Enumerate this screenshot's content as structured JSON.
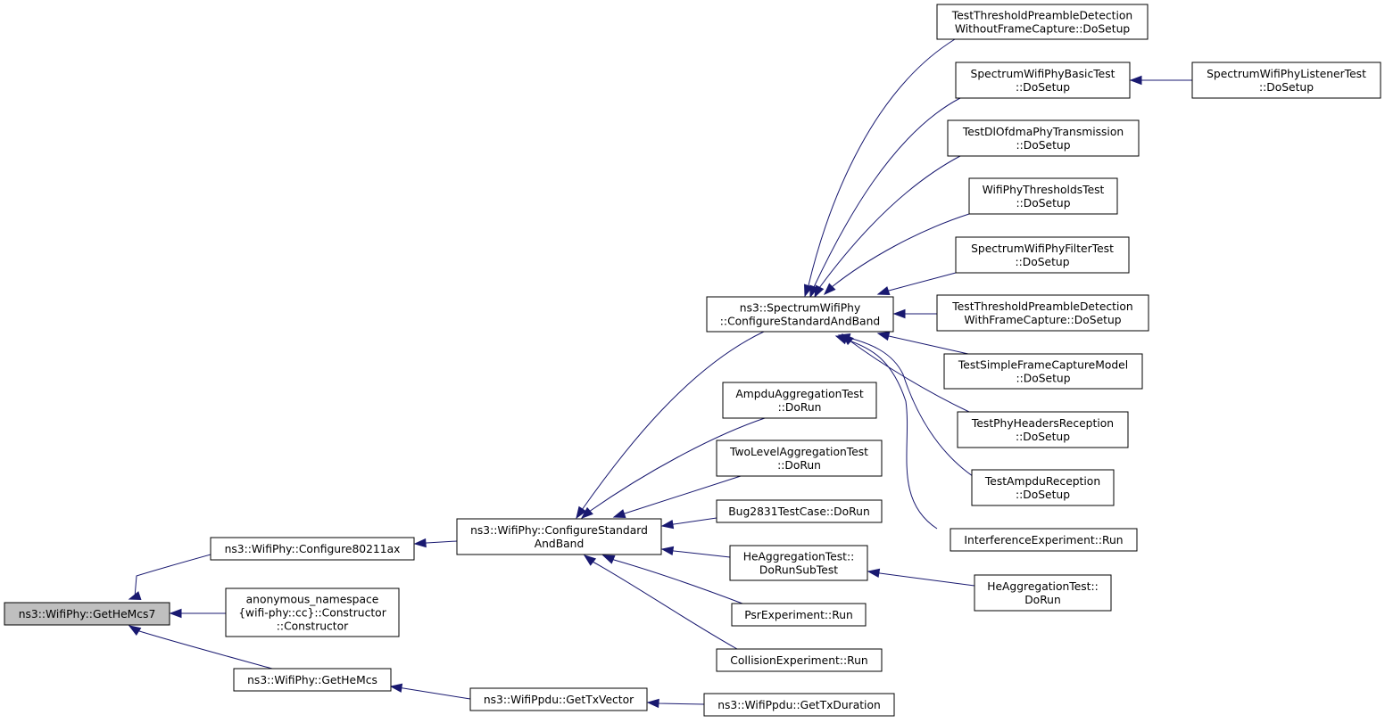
{
  "graph": {
    "edge_color": "#191970",
    "root_fill": "#bfbfbf",
    "nodes": [
      {
        "id": "n0",
        "lines": [
          "ns3::WifiPhy::GetHeMcs7"
        ],
        "root": true
      },
      {
        "id": "n1",
        "lines": [
          "ns3::WifiPhy::Configure80211ax"
        ]
      },
      {
        "id": "n2",
        "lines": [
          "anonymous_namespace",
          "{wifi-phy::cc}::Constructor",
          "::Constructor"
        ]
      },
      {
        "id": "n3",
        "lines": [
          "ns3::WifiPhy::GetHeMcs"
        ]
      },
      {
        "id": "n4",
        "lines": [
          "ns3::WifiPhy::ConfigureStandard",
          "AndBand"
        ]
      },
      {
        "id": "n5",
        "lines": [
          "ns3::WifiPpdu::GetTxVector"
        ]
      },
      {
        "id": "n6",
        "lines": [
          "ns3::SpectrumWifiPhy",
          "::ConfigureStandardAndBand"
        ]
      },
      {
        "id": "n7",
        "lines": [
          "AmpduAggregationTest",
          "::DoRun"
        ]
      },
      {
        "id": "n8",
        "lines": [
          "TwoLevelAggregationTest",
          "::DoRun"
        ]
      },
      {
        "id": "n9",
        "lines": [
          "Bug2831TestCase::DoRun"
        ]
      },
      {
        "id": "n10",
        "lines": [
          "HeAggregationTest::",
          "DoRunSubTest"
        ]
      },
      {
        "id": "n11",
        "lines": [
          "PsrExperiment::Run"
        ]
      },
      {
        "id": "n12",
        "lines": [
          "CollisionExperiment::Run"
        ]
      },
      {
        "id": "n13",
        "lines": [
          "ns3::WifiPpdu::GetTxDuration"
        ]
      },
      {
        "id": "n14",
        "lines": [
          "TestThresholdPreambleDetection",
          "WithoutFrameCapture::DoSetup"
        ]
      },
      {
        "id": "n15",
        "lines": [
          "SpectrumWifiPhyBasicTest",
          "::DoSetup"
        ]
      },
      {
        "id": "n16",
        "lines": [
          "TestDlOfdmaPhyTransmission",
          "::DoSetup"
        ]
      },
      {
        "id": "n17",
        "lines": [
          "WifiPhyThresholdsTest",
          "::DoSetup"
        ]
      },
      {
        "id": "n18",
        "lines": [
          "SpectrumWifiPhyFilterTest",
          "::DoSetup"
        ]
      },
      {
        "id": "n19",
        "lines": [
          "TestThresholdPreambleDetection",
          "WithFrameCapture::DoSetup"
        ]
      },
      {
        "id": "n20",
        "lines": [
          "TestSimpleFrameCaptureModel",
          "::DoSetup"
        ]
      },
      {
        "id": "n21",
        "lines": [
          "TestPhyHeadersReception",
          "::DoSetup"
        ]
      },
      {
        "id": "n22",
        "lines": [
          "TestAmpduReception",
          "::DoSetup"
        ]
      },
      {
        "id": "n23",
        "lines": [
          "InterferenceExperiment::Run"
        ]
      },
      {
        "id": "n24",
        "lines": [
          "SpectrumWifiPhyListenerTest",
          "::DoSetup"
        ]
      },
      {
        "id": "n25",
        "lines": [
          "HeAggregationTest::",
          "DoRun"
        ]
      }
    ],
    "edges": [
      {
        "from": "n1",
        "to": "n0"
      },
      {
        "from": "n2",
        "to": "n0"
      },
      {
        "from": "n3",
        "to": "n0"
      },
      {
        "from": "n4",
        "to": "n1"
      },
      {
        "from": "n5",
        "to": "n3"
      },
      {
        "from": "n13",
        "to": "n5"
      },
      {
        "from": "n6",
        "to": "n4"
      },
      {
        "from": "n7",
        "to": "n4"
      },
      {
        "from": "n8",
        "to": "n4"
      },
      {
        "from": "n9",
        "to": "n4"
      },
      {
        "from": "n10",
        "to": "n4"
      },
      {
        "from": "n11",
        "to": "n4"
      },
      {
        "from": "n12",
        "to": "n4"
      },
      {
        "from": "n25",
        "to": "n10"
      },
      {
        "from": "n14",
        "to": "n6"
      },
      {
        "from": "n15",
        "to": "n6"
      },
      {
        "from": "n16",
        "to": "n6"
      },
      {
        "from": "n17",
        "to": "n6"
      },
      {
        "from": "n18",
        "to": "n6"
      },
      {
        "from": "n19",
        "to": "n6"
      },
      {
        "from": "n20",
        "to": "n6"
      },
      {
        "from": "n21",
        "to": "n6"
      },
      {
        "from": "n22",
        "to": "n6"
      },
      {
        "from": "n23",
        "to": "n6"
      },
      {
        "from": "n24",
        "to": "n15"
      }
    ]
  }
}
